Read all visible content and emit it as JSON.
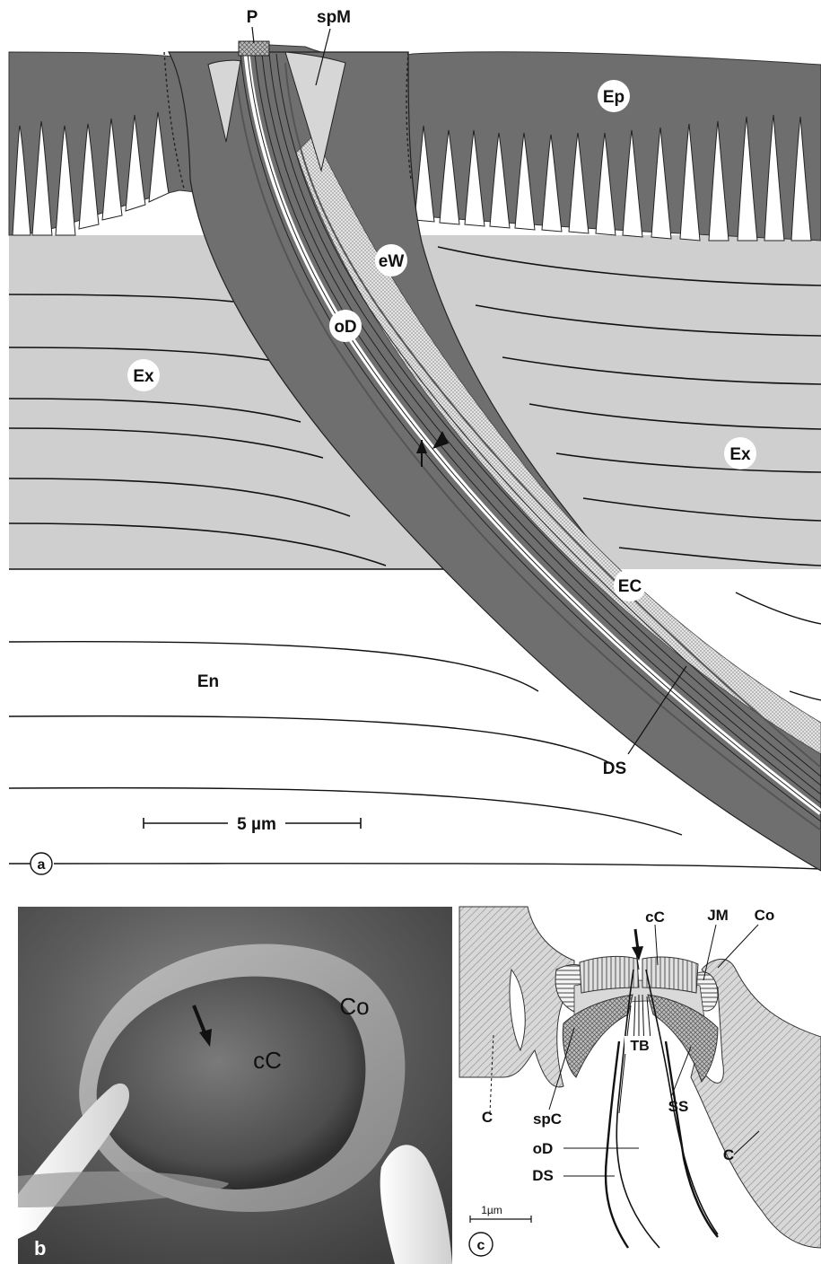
{
  "panel_a": {
    "panel_label": "a",
    "labels": {
      "P": "P",
      "spM": "spM",
      "Ep": "Ep",
      "eW": "eW",
      "oD": "oD",
      "Ex_left": "Ex",
      "Ex_right": "Ex",
      "EC": "EC",
      "En": "En",
      "DS": "DS"
    },
    "scale_bar": "5 µm"
  },
  "panel_b": {
    "panel_label": "b",
    "labels": {
      "Co": "Co",
      "cC": "cC"
    }
  },
  "panel_c": {
    "panel_label": "c",
    "labels": {
      "cC": "cC",
      "JM": "JM",
      "Co": "Co",
      "TB": "TB",
      "C_left": "C",
      "C_right": "C",
      "spC": "spC",
      "SS": "SS",
      "oD": "oD",
      "DS": "DS"
    },
    "scale_bar": "1µm"
  },
  "colors": {
    "dark_gray": "#6e6e6e",
    "light_gray": "#cfcfcf",
    "ink": "#111111"
  }
}
